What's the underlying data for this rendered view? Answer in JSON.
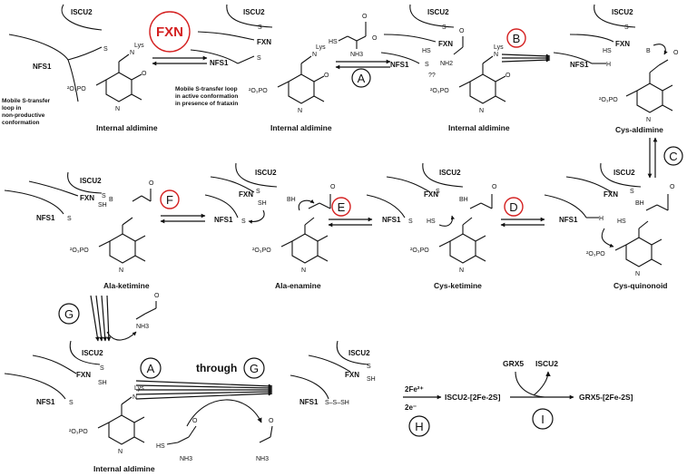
{
  "labels": {
    "fxn_big": "FXN",
    "nfs1": "NFS1",
    "iscu2": "ISCU2",
    "fxn": "FXN",
    "s_minus": "S",
    "sh": "SH",
    "lys": "Lys",
    "b_base": "B",
    "bh": "BH",
    "nh3": "NH3",
    "nh2": "NH2",
    "qq": "??",
    "ss_sh": "S–S–SH",
    "hs": "HS",
    "po": "²O₃PO",
    "n_h": "N",
    "h": "H",
    "o_minus": "O",
    "o": "O",
    "through": "through"
  },
  "notes": {
    "loop_nonproductive": [
      "Mobile S-transfer",
      "loop in",
      "non-productive",
      "conformation"
    ],
    "loop_active": [
      "Mobile S-transfer loop",
      "in active conformation",
      "in presence of frataxin"
    ]
  },
  "captions": {
    "internal_aldimine": "Internal aldimine",
    "cys_aldimine": "Cys-aldimine",
    "cys_quinonoid": "Cys-quinonoid",
    "cys_ketimine": "Cys-ketimine",
    "ala_enamine": "Ala-enamine",
    "ala_ketimine": "Ala-ketimine"
  },
  "steps": {
    "A": "A",
    "B": "B",
    "C": "C",
    "D": "D",
    "E": "E",
    "F": "F",
    "G": "G",
    "H": "H",
    "I": "I"
  },
  "final": {
    "fe": "2Fe²⁺",
    "e": "2e⁻",
    "iscu2_cluster": "ISCU2-[2Fe-2S]",
    "grx5": "GRX5",
    "iscu2": "ISCU2",
    "grx5_cluster": "GRX5-[2Fe-2S]"
  },
  "colors": {
    "accent_red": "#d42020",
    "ink": "#111111"
  }
}
